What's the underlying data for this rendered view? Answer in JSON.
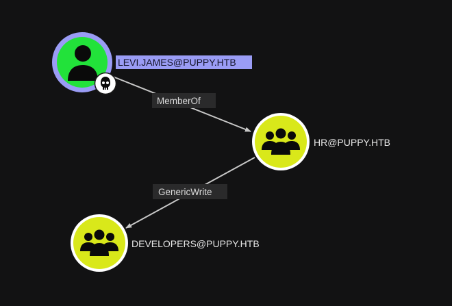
{
  "graph": {
    "nodes": [
      {
        "id": "levi",
        "label": "LEVI.JAMES@PUPPY.HTB",
        "kind": "user",
        "icon": "user-icon",
        "badge": "skull-icon",
        "selected": true,
        "fill": "#22e23a",
        "ring": "#9a9cf5"
      },
      {
        "id": "hr",
        "label": "HR@PUPPY.HTB",
        "kind": "group",
        "icon": "group-icon",
        "selected": false,
        "fill": "#d9e81a",
        "ring": "#ffffff"
      },
      {
        "id": "developers",
        "label": "DEVELOPERS@PUPPY.HTB",
        "kind": "group",
        "icon": "group-icon",
        "selected": false,
        "fill": "#d9e81a",
        "ring": "#ffffff"
      }
    ],
    "edges": [
      {
        "from": "levi",
        "to": "hr",
        "label": "MemberOf"
      },
      {
        "from": "hr",
        "to": "developers",
        "label": "GenericWrite"
      }
    ],
    "colors": {
      "background": "#121213",
      "edge": "#c8c8c8",
      "edge_label_bg": "#2a2a2b",
      "selected_label_bg": "#9a9cf5"
    }
  }
}
